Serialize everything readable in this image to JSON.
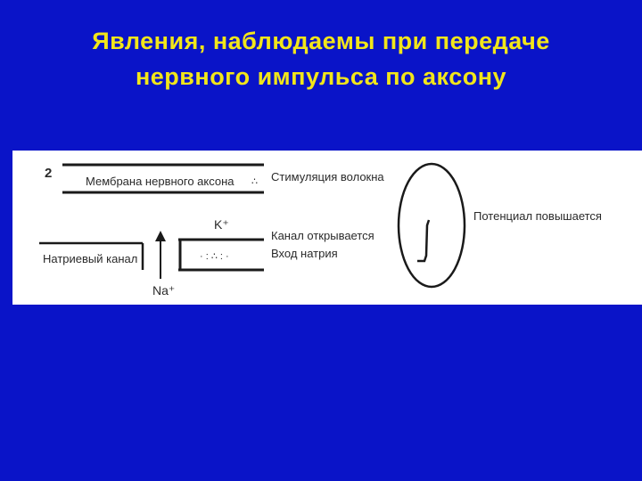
{
  "title": {
    "line1": "Явления, наблюдаемы при передаче",
    "line2": "нервного импульса по аксону"
  },
  "colors": {
    "background": "#0a14c8",
    "title": "#f2e61a",
    "figure_background": "#ffffff",
    "ink": "#2a2a2a"
  },
  "figure": {
    "step_number": "2",
    "membrane_label": "Мембрана нервного аксона",
    "stimulation_label": "Стимуляция волокна",
    "k_label": "K⁺",
    "channel_open_label": "Канал открывается",
    "sodium_entry_label": "Вход натрия",
    "sodium_channel_label": "Натриевый канал",
    "na_label": "Na⁺",
    "potential_label": "Потенциал повышается"
  }
}
